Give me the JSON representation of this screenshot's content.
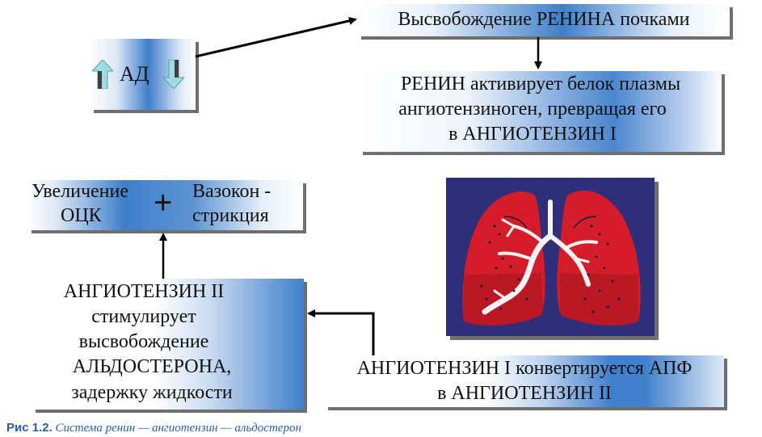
{
  "ad_box": {
    "label": "АД"
  },
  "renin_release": {
    "text": "Высвобождение РЕНИНА почками"
  },
  "renin_activates": {
    "line1": "РЕНИН  активирует белок плазмы",
    "line2": "ангиотензиноген, превращая его",
    "line3": "в АНГИОТЕНЗИН I"
  },
  "effects_box": {
    "left_line1": "Увеличение",
    "left_line2": "ОЦК",
    "plus": "+",
    "right_line1": "Вазокон -",
    "right_line2": "стрикция"
  },
  "angiotensin2_box": {
    "line1": "АНГИОТЕНЗИН II",
    "line2": "стимулирует",
    "line3": "высвобождение",
    "line4": "АЛЬДОСТЕРОНА,",
    "line5": "задержку жидкости"
  },
  "conversion_box": {
    "line1": "АНГИОТЕНЗИН I конвертируется АПФ",
    "line2": "в АНГИОТЕНЗИН II"
  },
  "caption": {
    "label": "Рис 1.2.",
    "title": "Система ренин — ангиотензин — альдостерон"
  },
  "colors": {
    "accent_blue": "#3f7fcb",
    "caption_blue": "#2a5ca8",
    "lung_red": "#d41c2a",
    "lung_bg": "#2e2f78"
  }
}
